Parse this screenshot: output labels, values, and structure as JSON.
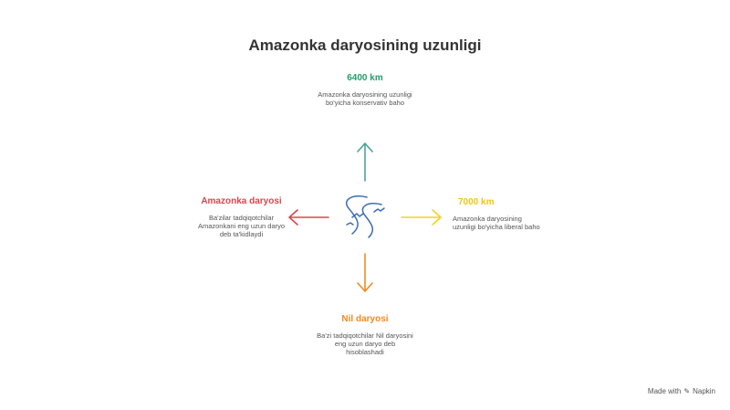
{
  "title": "Amazonka daryosining uzunligi",
  "nodes": {
    "top": {
      "label": "6400 km",
      "description": "Amazonka daryosining uzunligi bo'yicha konservativ baho"
    },
    "left": {
      "label": "Amazonka daryosi",
      "description": "Ba'zilar tadqiqotchilar Amazonkani eng uzun daryo deb ta'kidlaydi"
    },
    "right": {
      "label": "7000 km",
      "description": "Amazonka daryosining uzunligi bo'yicha liberal baho"
    },
    "bottom": {
      "label": "Nil daryosi",
      "description": "Ba'zi tadqiqotchilar Nil daryosini eng uzun daryo deb hisoblashadi"
    }
  },
  "colors": {
    "top": "#4aa39a",
    "left": "#e0434b",
    "right": "#f2d31f",
    "bottom": "#f08a24",
    "center_icon": "#3b6db5"
  },
  "center": {
    "icon": "river-icon"
  },
  "footer": {
    "text": "Made with",
    "brand": "Napkin"
  }
}
